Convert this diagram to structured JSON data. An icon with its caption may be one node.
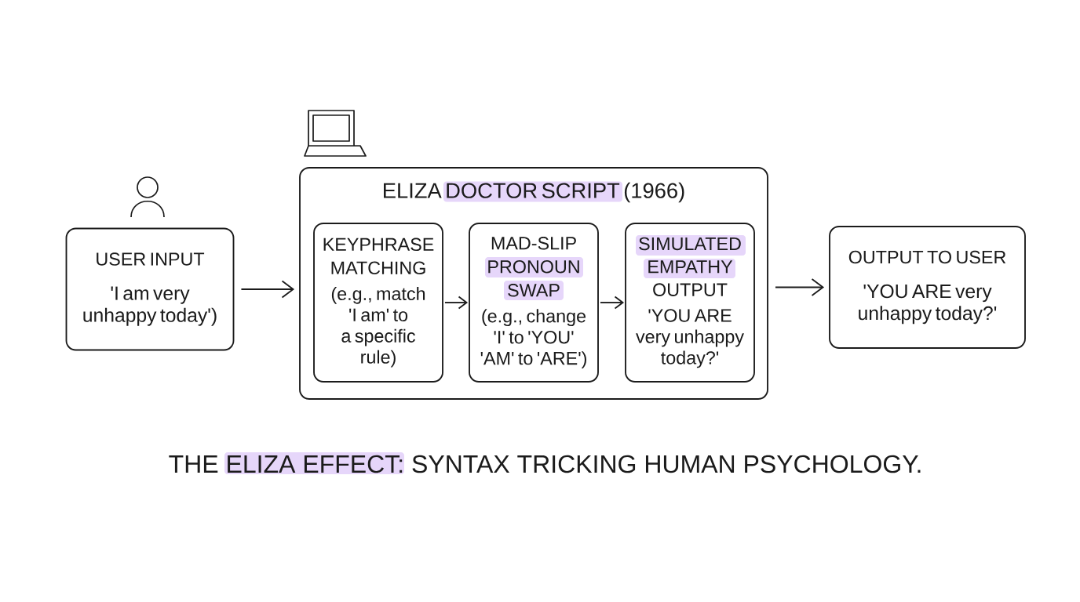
{
  "diagram": {
    "caption": "THE ELIZA EFFECT: SYNTAX TRICKING HUMAN PSYCHOLOGY.",
    "nodes": [
      {
        "text": [
          "USER INPUT",
          "'I am very unhappy today')"
        ]
      },
      {
        "text": [
          "ELIZA DOCTOR SCRIPT (1966)"
        ]
      },
      {
        "text": [
          "KEYPHRASE MATCHING",
          "(e.g., match 'I am' to a specific rule)"
        ],
        "in": 1
      },
      {
        "text": [
          "MAD-SLIP PRONOUN SWAP",
          "(e.g., change 'I' to 'YOU' 'AM' to 'ARE')"
        ],
        "in": 1
      },
      {
        "text": [
          "SIMULATED EMPATHY OUTPUT",
          "'YOU ARE very unhappy today?'"
        ],
        "in": 1
      },
      {
        "text": [
          "OUTPUT TO USER",
          "'YOU ARE very unhappy today?'"
        ]
      }
    ],
    "edges": [
      {
        "from": 0,
        "to": 1,
        "arrow": "to"
      },
      {
        "from": 2,
        "to": 3,
        "arrow": "to"
      },
      {
        "from": 3,
        "to": 4,
        "arrow": "to"
      },
      {
        "from": 1,
        "to": 5,
        "arrow": "to"
      }
    ]
  }
}
